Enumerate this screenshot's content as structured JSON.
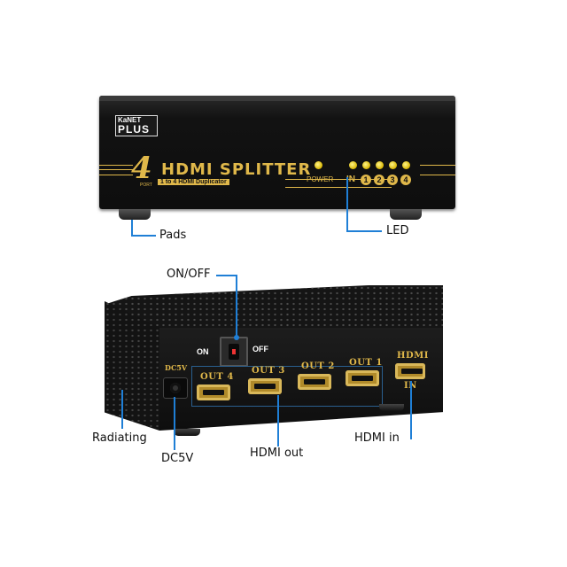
{
  "front": {
    "brand_top": "KaNET",
    "brand_bottom": "PLUS",
    "port_count": "4",
    "port_word": "PORT",
    "product_name": "HDMI SPLITTER",
    "subtitle": "1 to 4 HDMI Duplicator",
    "power_label": "POWER",
    "led_in_label": "IN",
    "led_numbers": [
      "1",
      "2",
      "3",
      "4"
    ]
  },
  "back": {
    "switch_on": "ON",
    "switch_off": "OFF",
    "dc_label": "DC5V",
    "outputs": [
      "OUT 4",
      "OUT 3",
      "OUT 2",
      "OUT 1"
    ],
    "hdmi_in_top": "HDMI",
    "hdmi_in_bottom": "IN"
  },
  "callouts": {
    "pads": "Pads",
    "led": "LED",
    "on_off": "ON/OFF",
    "radiating": "Radiating",
    "dc5v": "DC5V",
    "hdmi_out": "HDMI out",
    "hdmi_in": "HDMI in"
  },
  "colors": {
    "callout_line": "#1f7fd6",
    "device_body": "#151515",
    "gold_print": "#e0b84a"
  }
}
